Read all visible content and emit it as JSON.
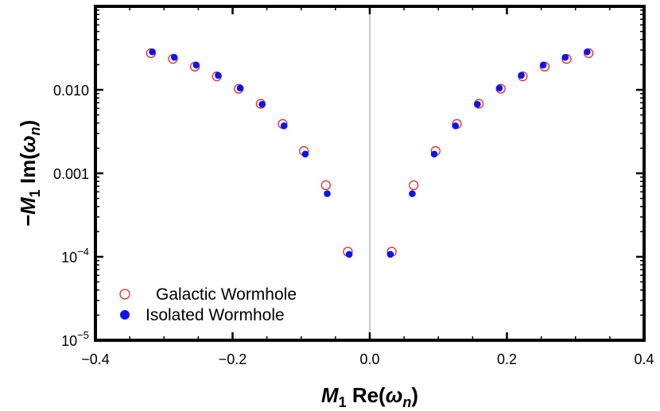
{
  "chart_data": {
    "type": "scatter",
    "xlabel": {
      "base": "M",
      "sub": "1",
      "rest": " Re(",
      "greek": "ω",
      "greeksub": "n",
      "close": ")"
    },
    "ylabel": {
      "base": "−M",
      "sub": "1",
      "rest": " Im(",
      "greek": "ω",
      "greeksub": "n",
      "close": ")"
    },
    "xlim": [
      -0.4,
      0.4
    ],
    "ylim": [
      1e-05,
      0.1
    ],
    "yscale": "log",
    "grid": false,
    "legend_position": "bottom-left",
    "x_ticks": [
      {
        "value": -0.4,
        "label": "−0.4"
      },
      {
        "value": -0.2,
        "label": "−0.2"
      },
      {
        "value": 0.0,
        "label": "0.0"
      },
      {
        "value": 0.2,
        "label": "0.2"
      },
      {
        "value": 0.4,
        "label": "0.4"
      }
    ],
    "y_ticks": [
      {
        "value": 1e-05,
        "base": "10",
        "exp": "−5"
      },
      {
        "value": 0.0001,
        "base": "10",
        "exp": "−4"
      },
      {
        "value": 0.001,
        "label": "0.001"
      },
      {
        "value": 0.01,
        "label": "0.010"
      }
    ],
    "series": [
      {
        "name": "Galactic Wormhole",
        "marker": "open-circle",
        "color": "#e8262b",
        "x": [
          -0.319,
          -0.287,
          -0.255,
          -0.223,
          -0.191,
          -0.159,
          -0.127,
          -0.096,
          -0.064,
          -0.032,
          0.032,
          0.064,
          0.096,
          0.127,
          0.159,
          0.191,
          0.223,
          0.255,
          0.287,
          0.319
        ],
        "y": [
          0.0275,
          0.0235,
          0.019,
          0.0145,
          0.0103,
          0.0068,
          0.0039,
          0.00185,
          0.00072,
          0.000115,
          0.000115,
          0.00072,
          0.00185,
          0.0039,
          0.0068,
          0.0103,
          0.0145,
          0.019,
          0.0235,
          0.0275
        ]
      },
      {
        "name": "Isolated Wormhole",
        "marker": "filled-circle",
        "color": "#0a14f0",
        "x": [
          -0.317,
          -0.285,
          -0.253,
          -0.221,
          -0.189,
          -0.157,
          -0.125,
          -0.094,
          -0.062,
          -0.03,
          0.03,
          0.062,
          0.094,
          0.125,
          0.157,
          0.189,
          0.221,
          0.253,
          0.285,
          0.317
        ],
        "y": [
          0.0285,
          0.0245,
          0.0198,
          0.0149,
          0.0105,
          0.0067,
          0.0037,
          0.0017,
          0.00057,
          0.000107,
          0.000107,
          0.00057,
          0.0017,
          0.0037,
          0.0067,
          0.0105,
          0.0149,
          0.0198,
          0.0245,
          0.0285
        ]
      }
    ]
  }
}
